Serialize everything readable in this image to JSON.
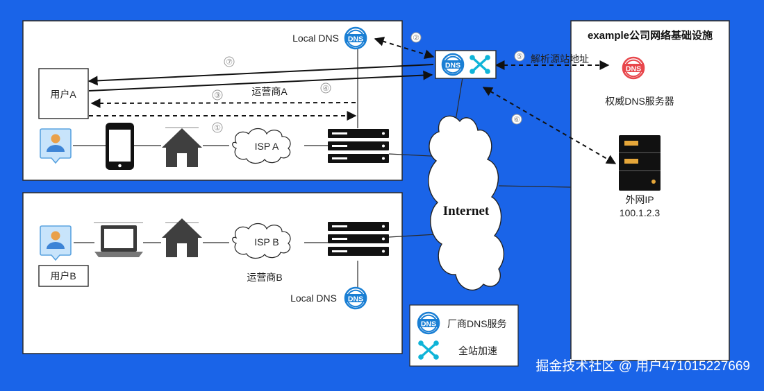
{
  "labels": {
    "local_dns_top": "Local DNS",
    "local_dns_bottom": "Local DNS",
    "user_a": "用户A",
    "user_b": "用户B",
    "isp_a": "ISP A",
    "isp_b": "ISP B",
    "carrier_a": "运营商A",
    "carrier_b": "运营商B",
    "internet": "Internet",
    "infra_title": "example公司网络基础设施",
    "auth_dns": "权威DNS服务器",
    "external_ip_label": "外网IP",
    "external_ip_value": "100.1.2.3",
    "resolve_origin": "解析源站地址",
    "dns_badge": "DNS"
  },
  "steps": [
    "①",
    "②",
    "③",
    "④",
    "⑤",
    "⑥",
    "⑦"
  ],
  "legend": {
    "vendor_dns": "厂商DNS服务",
    "full_site_accel": "全站加速"
  },
  "watermark": "掘金技术社区 @ 用户471015227669",
  "colors": {
    "background": "#1a64e8",
    "dns_blue": "#1a7fd4",
    "accel_cyan": "#0fb4d8",
    "auth_red": "#e8474c",
    "server_gold": "#e6a73a"
  }
}
